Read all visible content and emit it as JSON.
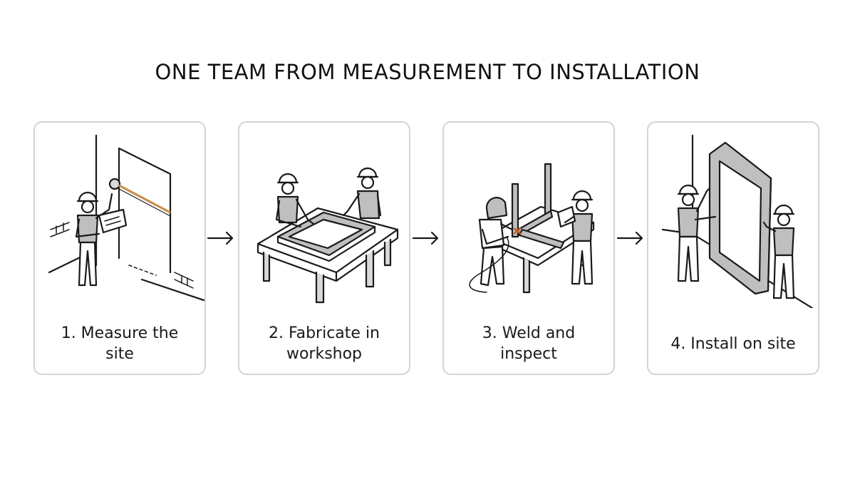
{
  "title": "ONE TEAM FROM MEASUREMENT TO INSTALLATION",
  "steps": [
    {
      "label": "1. Measure the site"
    },
    {
      "label": "2. Fabricate in workshop"
    },
    {
      "label": "3. Weld and inspect"
    },
    {
      "label": "4. Install on site"
    }
  ],
  "colors": {
    "line": "#1a1a1a",
    "card_border": "#d4d4d4",
    "accent_tape": "#c98a4a",
    "accent_weld": "#c0602a"
  },
  "icons": [
    "arrow-right-icon",
    "worker-icon",
    "tape-measure-icon",
    "workbench-icon",
    "window-frame-icon",
    "welder-icon"
  ]
}
